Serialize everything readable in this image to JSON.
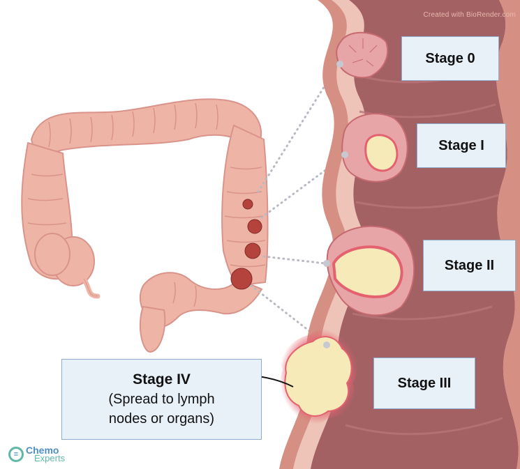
{
  "watermark": "Created with BioRender.com",
  "stages": {
    "stage0": "Stage 0",
    "stage1": "Stage I",
    "stage2": "Stage II",
    "stage3": "Stage III",
    "stage4_title": "Stage IV",
    "stage4_line1": "(Spread to lymph",
    "stage4_line2": "nodes or organs)"
  },
  "logo": {
    "line1": "Chemo",
    "line2": "Experts"
  },
  "colors": {
    "colon": "#eeb5a6",
    "colon_outline": "#d9938a",
    "wall_outer": "#d58f83",
    "wall_inner": "#eec4b8",
    "lumen": "#a36164",
    "tumor": "#f5eab8",
    "tumor_halo": "#e4626f",
    "label_fill": "#e8f0f8",
    "label_border": "#8eaccd"
  }
}
